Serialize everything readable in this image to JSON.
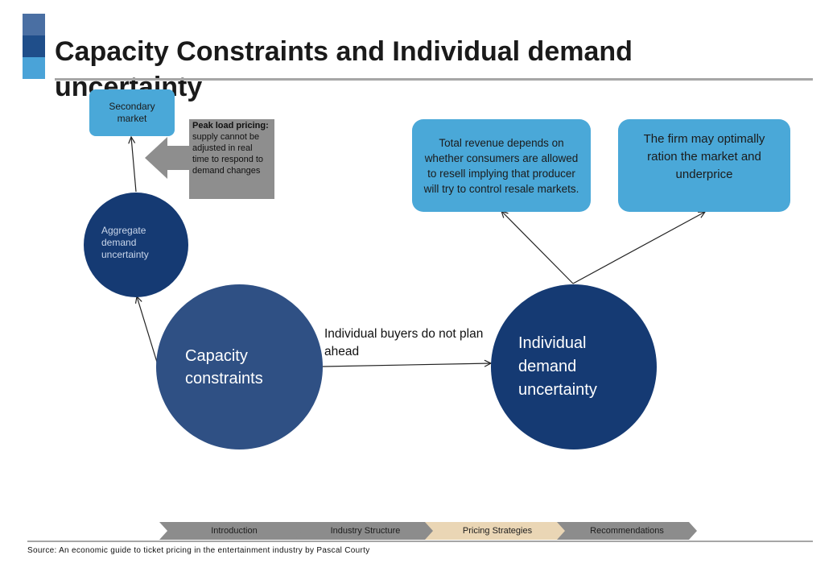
{
  "title": "Capacity Constraints and Individual demand uncertainty",
  "nodes": {
    "secondary_market": "Secondary market",
    "aggregate_demand": "Aggregate demand uncertainty",
    "capacity_constraints": "Capacity constraints",
    "individual_demand": "Individual demand uncertainty",
    "peak_load_bold": "Peak load pricing:",
    "peak_load_text": " supply cannot be adjusted in real time to respond to demand changes",
    "total_revenue": "Total revenue depends on whether consumers are allowed to resell implying that producer will try to control resale markets.",
    "firm_ration": "The firm may optimally ration the market and underprice"
  },
  "edges": {
    "capacity_to_individual_label": "Individual buyers do not plan ahead"
  },
  "nav": {
    "items": [
      "Introduction",
      "Industry Structure",
      "Pricing Strategies",
      "Recommendations"
    ],
    "active": "Pricing Strategies"
  },
  "source": "Source: An economic guide to ticket pricing in the entertainment industry  by Pascal Courty",
  "colors": {
    "light_blue": "#4aa8d8",
    "dark_navy": "#153a73",
    "mid_navy": "#2f5084",
    "grey": "#8e8e8e",
    "nav_active": "#ead6b5"
  }
}
